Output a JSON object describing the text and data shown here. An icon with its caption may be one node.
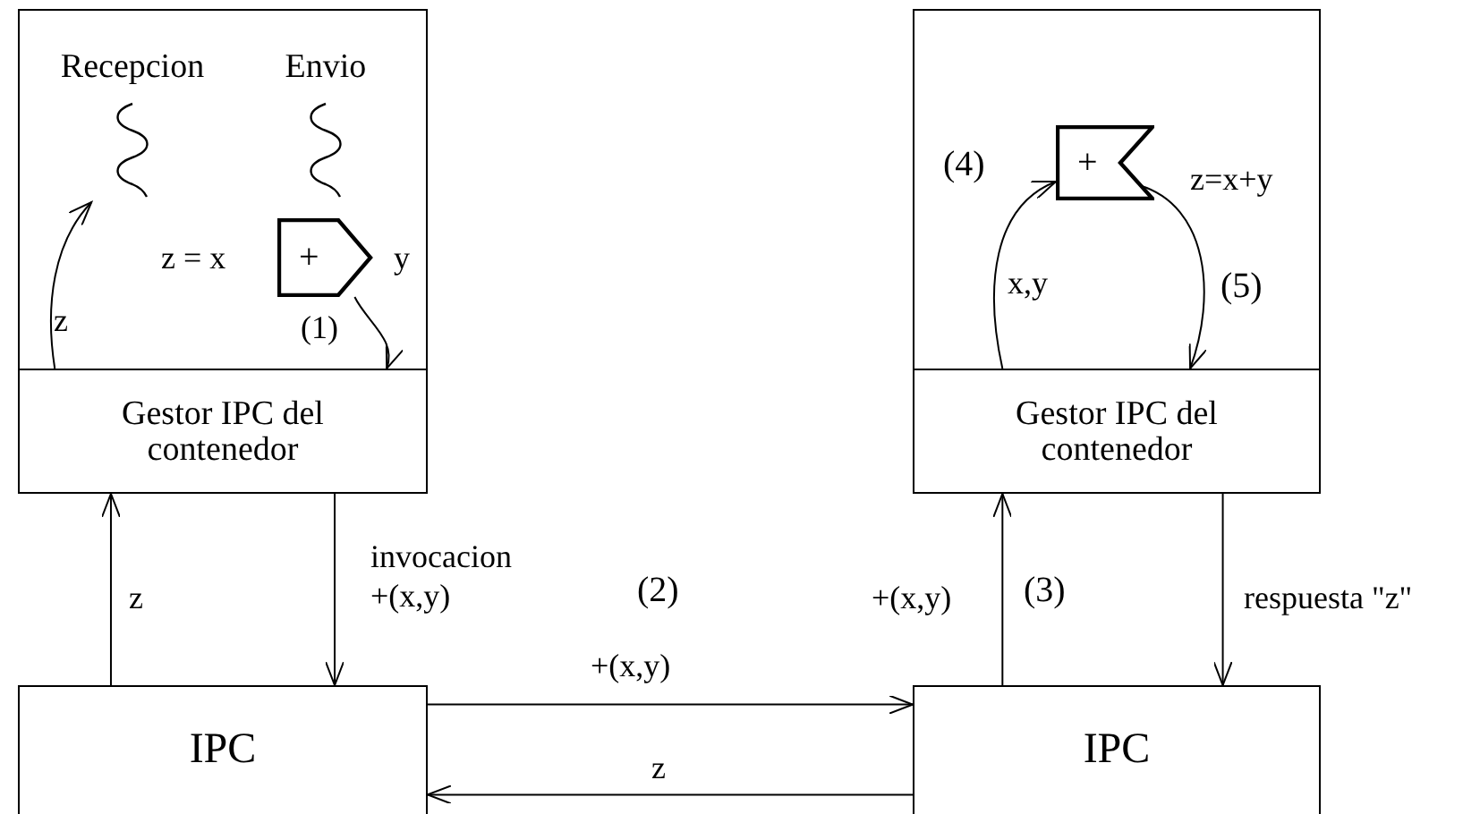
{
  "diagram": {
    "nodes": [
      {
        "text": [],
        "shape": "box"
      },
      {
        "text": [
          "Gestor IPC del contenedor"
        ],
        "in": 0
      },
      {
        "text": [
          "Recepcion"
        ],
        "in": 0
      },
      {
        "text": [
          "Envio"
        ],
        "in": 0
      },
      {
        "text": [
          "+"
        ],
        "in": 0,
        "beside": [
          "z = x",
          "y"
        ]
      },
      {
        "text": [],
        "shape": "box"
      },
      {
        "text": [
          "Gestor IPC del contenedor"
        ],
        "in": 5
      },
      {
        "text": [
          "+"
        ],
        "in": 5
      },
      {
        "text": [
          "IPC"
        ]
      },
      {
        "text": [
          "IPC"
        ]
      }
    ],
    "edges": [
      {
        "from": 8,
        "to": 0,
        "arrow": "to",
        "label": "z"
      },
      {
        "from": 0,
        "to": 8,
        "arrow": "to",
        "label": "invocacion +(x,y)"
      },
      {
        "from": 8,
        "to": 9,
        "arrow": "to",
        "label": "+(x,y)"
      },
      {
        "from": 9,
        "to": 8,
        "arrow": "to",
        "label": "z"
      },
      {
        "from": 9,
        "to": 5,
        "arrow": "to",
        "label": "+(x,y)"
      },
      {
        "from": 5,
        "to": 9,
        "arrow": "to",
        "label": "respuesta \"z\""
      },
      {
        "from": 1,
        "to": 2,
        "arrow": "to",
        "label": "z"
      },
      {
        "from": 4,
        "to": 1,
        "arrow": "to",
        "label": "(1)"
      },
      {
        "from": 6,
        "to": 7,
        "arrow": "to",
        "label": "x,y"
      },
      {
        "from": 7,
        "to": 6,
        "arrow": "to",
        "label": "z=x+y"
      }
    ],
    "labels": [
      "(2)",
      "(3)",
      "(4)",
      "(5)"
    ]
  }
}
